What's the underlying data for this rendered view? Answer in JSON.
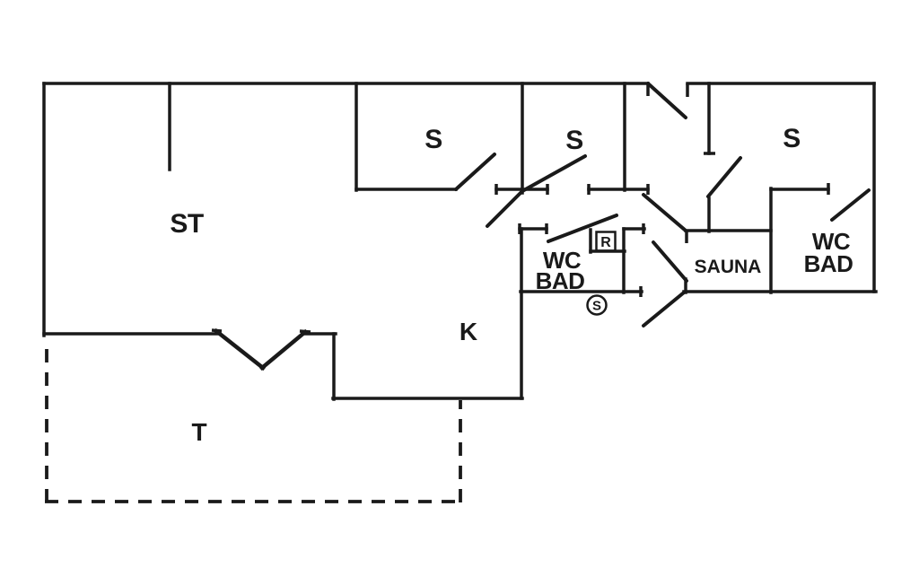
{
  "colors": {
    "line": "#1a1a1a",
    "background": "#ffffff"
  },
  "floor_plan": {
    "labels": {
      "st": "ST",
      "s1": "S",
      "s2": "S",
      "s3": "S",
      "k": "K",
      "t": "T",
      "wc_left_line1": "WC",
      "wc_left_line2": "BAD",
      "sauna": "SAUNA",
      "wc_right_line1": "WC",
      "wc_right_line2": "BAD"
    },
    "symbols": {
      "boxed_r": "R",
      "circled_s": "S"
    }
  }
}
